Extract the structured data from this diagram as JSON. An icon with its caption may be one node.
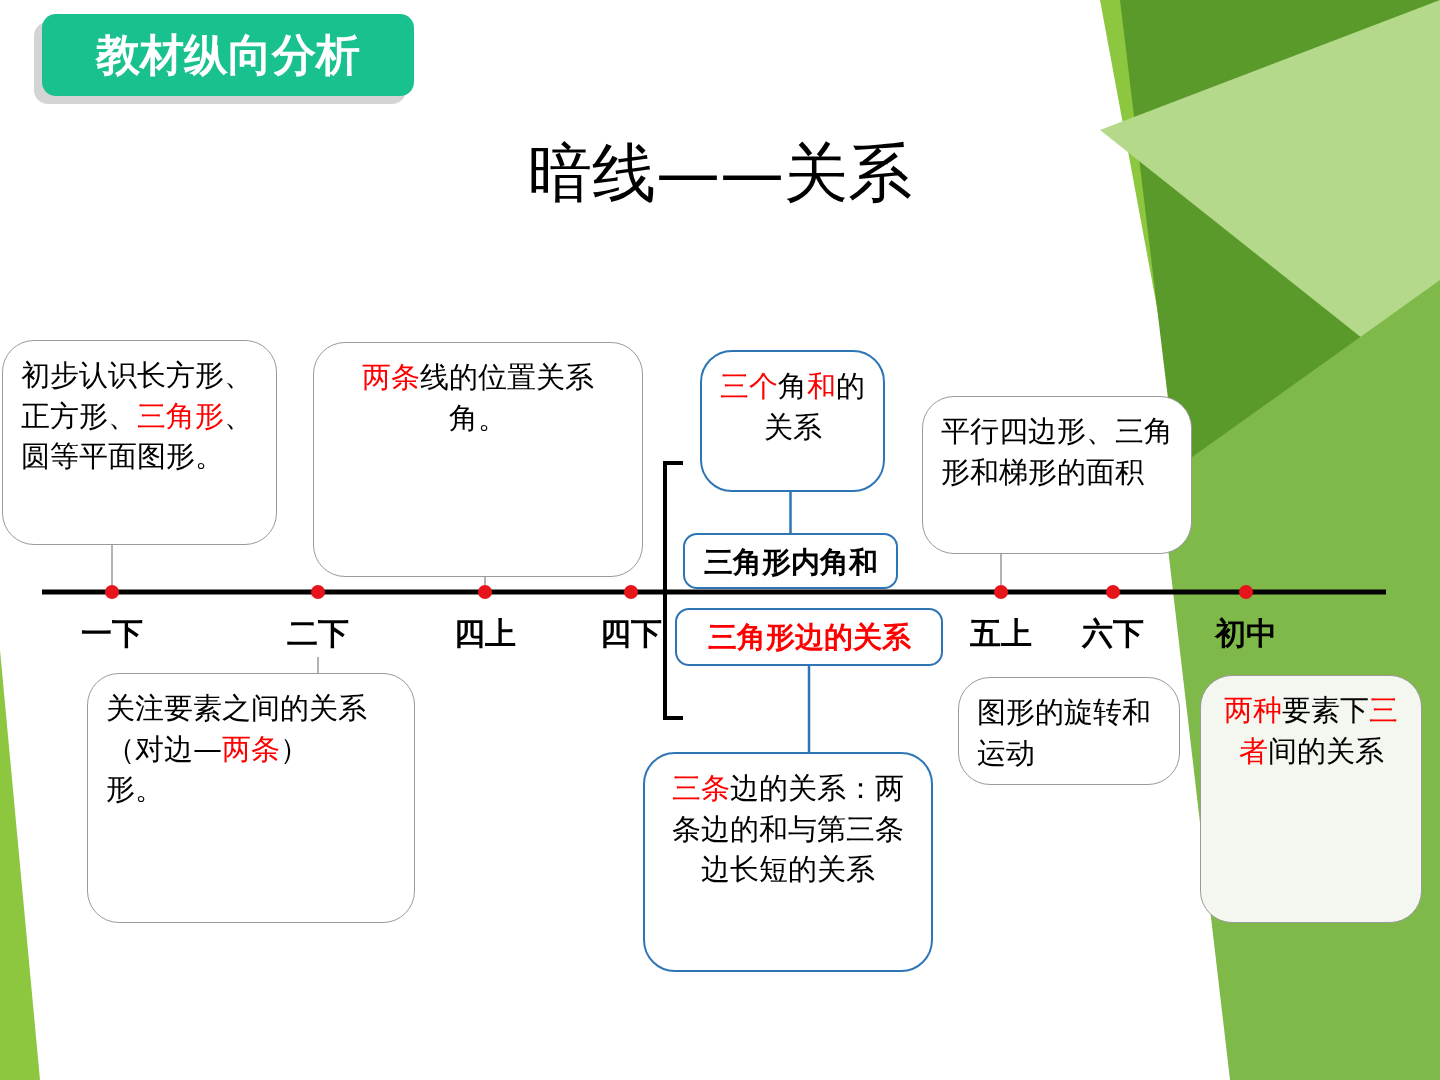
{
  "diagram": {
    "title": "暗线——关系",
    "nodes": [
      {
        "text": [
          "一下"
        ]
      },
      {
        "text": [
          "二下"
        ]
      },
      {
        "text": [
          "四上"
        ]
      },
      {
        "text": [
          "四下"
        ]
      },
      {
        "text": [
          "五上"
        ]
      },
      {
        "text": [
          "六下"
        ]
      },
      {
        "text": [
          "初中"
        ]
      },
      {
        "text": [
          "初步认识长方形、正方形、**三角形**、圆等平面图形。"
        ]
      },
      {
        "text": [
          "**两条**线的位置关系",
          "角。"
        ]
      },
      {
        "text": [
          "关注要素之间的关系（对边—**两条**）",
          "形。"
        ]
      },
      {
        "text": [
          "三角形内角和"
        ]
      },
      {
        "text": [
          "三角形边的关系"
        ]
      },
      {
        "text": [
          "**三个**角**和**的关系"
        ]
      },
      {
        "text": [
          "**三条**边的关系：两条边的和与第三条边长短的关系"
        ]
      },
      {
        "text": [
          "平行四边形、三角形和梯形的面积"
        ]
      },
      {
        "text": [
          "图形的旋转和运动"
        ]
      },
      {
        "text": [
          "**两种**要素下**三者**间的关系"
        ]
      }
    ],
    "edges": [
      {
        "from": 7,
        "to": 0,
        "arrow": "none"
      },
      {
        "from": 8,
        "to": 2,
        "arrow": "none"
      },
      {
        "from": 9,
        "to": 1,
        "arrow": "none"
      },
      {
        "from": 12,
        "to": 10,
        "arrow": "none",
        "color": "#2e75b6"
      },
      {
        "from": 13,
        "to": 11,
        "arrow": "none",
        "color": "#2e75b6"
      },
      {
        "from": 14,
        "to": 4,
        "arrow": "none"
      }
    ],
    "labels": [
      "教材纵向分析"
    ]
  }
}
